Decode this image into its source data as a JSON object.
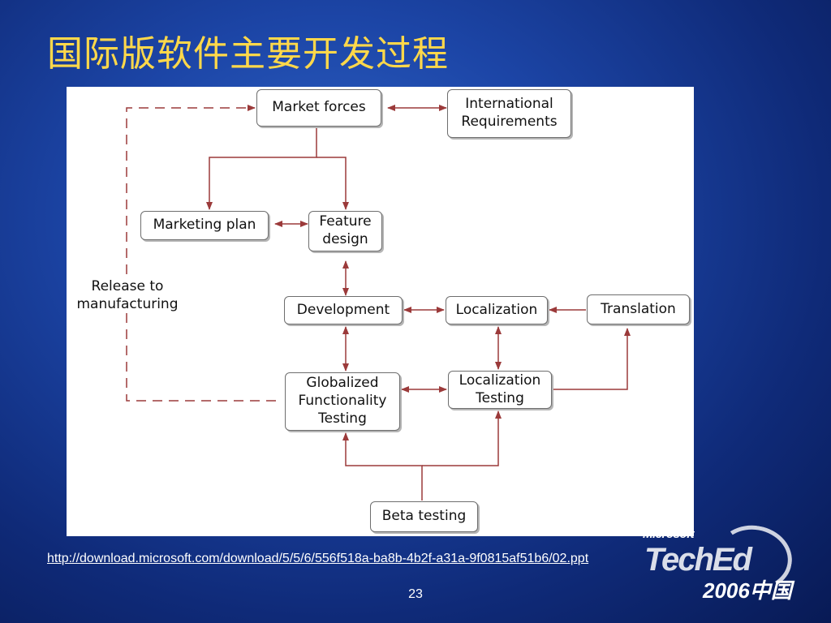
{
  "slide": {
    "title": "国际版软件主要开发过程",
    "url": "http://download.microsoft.com/download/5/5/6/556f518a-ba8b-4b2f-a31a-9f0815af51b6/02.ppt",
    "page_number": "23"
  },
  "diagram": {
    "nodes": {
      "market_forces": "Market forces",
      "intl_requirements": "International\nRequirements",
      "marketing_plan": "Marketing plan",
      "feature_design": "Feature\ndesign",
      "development": "Development",
      "localization": "Localization",
      "translation": "Translation",
      "globalized_testing": "Globalized\nFunctionality\nTesting",
      "localization_testing": "Localization\nTesting",
      "beta_testing": "Beta testing"
    },
    "release_label": "Release to\nmanufacturing",
    "colors": {
      "arrow": "#9b3a3a",
      "box_border": "#6e6e6e"
    }
  },
  "logo": {
    "brand": "Microsoft",
    "product": "TechEd",
    "edition": "2006中国"
  }
}
